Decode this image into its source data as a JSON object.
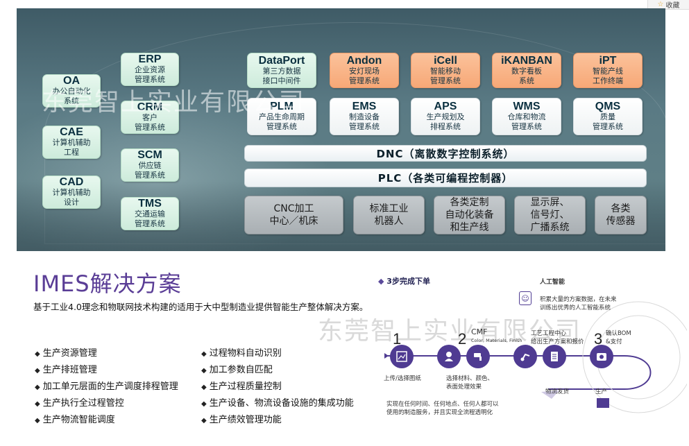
{
  "corner": {
    "label": "收藏"
  },
  "watermark": "东莞智上实业有限公司",
  "left_systems": [
    {
      "title": "OA",
      "sub": "办公自动化\n系统"
    },
    {
      "title": "CAE",
      "sub": "计算机辅助\n工程"
    },
    {
      "title": "CAD",
      "sub": "计算机辅助\n设计"
    }
  ],
  "mid_systems": [
    {
      "title": "ERP",
      "sub": "企业资源\n管理系统"
    },
    {
      "title": "CRM",
      "sub": "客户\n管理系统"
    },
    {
      "title": "SCM",
      "sub": "供应链\n管理系统"
    },
    {
      "title": "TMS",
      "sub": "交通运输\n管理系统"
    }
  ],
  "row1": [
    {
      "title": "DataPort",
      "sub": "第三方数据\n接口中间件",
      "color": "green"
    },
    {
      "title": "Andon",
      "sub": "安灯现场\n管理系统",
      "color": "orange"
    },
    {
      "title": "iCell",
      "sub": "智能移动\n管理系统",
      "color": "orange"
    },
    {
      "title": "iKANBAN",
      "sub": "数字看板\n系统",
      "color": "orange"
    },
    {
      "title": "iPT",
      "sub": "智能产线\n工作终端",
      "color": "orange"
    }
  ],
  "row2": [
    {
      "title": "PLM",
      "sub": "产品生命周期\n管理系统"
    },
    {
      "title": "EMS",
      "sub": "制造设备\n管理系统"
    },
    {
      "title": "APS",
      "sub": "生产规划及\n排程系统"
    },
    {
      "title": "WMS",
      "sub": "仓库和物流\n管理系统"
    },
    {
      "title": "QMS",
      "sub": "质量\n管理系统"
    }
  ],
  "dnc": "DNC（离散数字控制系统）",
  "plc": "PLC（各类可编程控制器）",
  "devices": [
    "CNC加工\n中心／机床",
    "标准工业\n机器人",
    "各类定制\n自动化装备\n和生产线",
    "显示屏、\n信号灯、\n广播系统",
    "各类\n传感器"
  ],
  "solution": {
    "title": "IMES解决方案",
    "desc": "基于工业4.0理念和物联网技术构建的适用于大中型制造业提供智能生产整体解决方案。",
    "features_left": [
      "生产资源管理",
      "生产排班管理",
      "加工单元层面的生产调度排程管理",
      "生产执行全过程管控",
      "生产物流智能调度"
    ],
    "features_right": [
      "过程物料自动识别",
      "加工参数自匹配",
      "生产过程质量控制",
      "生产设备、物流设备设施的集成功能",
      "生产绩效管理功能"
    ]
  },
  "steps": {
    "title": "3步完成下单",
    "ai_label": "人工智能",
    "ai_text": "积累大量的方案数据，在未来\n训练出优秀的人工智能系统",
    "step1_num": "1",
    "step1_label": "上传/选择图纸",
    "step2_num": "2",
    "step2_head": "CMF",
    "step2_sub": "Color, Materials, Finish",
    "step2_label": "选择材料、颜色、\n表面处理效果",
    "craft_text": "工艺工程中心\n给出生产方案和报价",
    "step3_num": "3",
    "step3_text": "确认BOM\n&支付",
    "logistics": "物流发货",
    "production": "生产",
    "bottom_text": "实现在任何时间、任何地点、任何人都可以\n使用的制造服务，并且实现全流程透明化"
  },
  "colors": {
    "purple": "#4f3b92",
    "orange": "#f7a877",
    "green": "#cdebdb"
  }
}
